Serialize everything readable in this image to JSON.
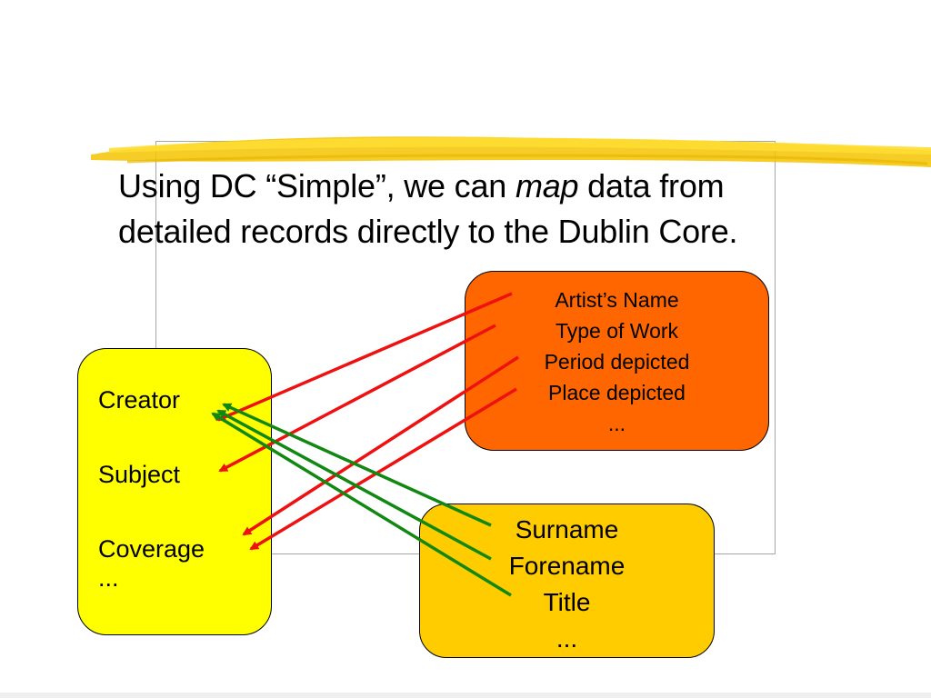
{
  "title": {
    "part1": "Using DC “Simple”, we can ",
    "emphasis": "map",
    "part2": " data from detailed records directly to the Dublin Core."
  },
  "dublin_core": {
    "creator": "Creator",
    "subject": "Subject",
    "coverage": "Coverage",
    "more": "..."
  },
  "art_record": {
    "artist_name": "Artist’s Name",
    "type_of_work": "Type of Work",
    "period_depicted": "Period depicted",
    "place_depicted": "Place depicted",
    "more": "..."
  },
  "name_record": {
    "surname": "Surname",
    "forename": "Forename",
    "title": "Title",
    "more": "..."
  },
  "mappings": [
    {
      "from": "Artist’s Name",
      "to": "Creator",
      "color": "#ee1111"
    },
    {
      "from": "Type of Work",
      "to": "Subject",
      "color": "#ee1111"
    },
    {
      "from": "Period depicted",
      "to": "Coverage",
      "color": "#ee1111"
    },
    {
      "from": "Place depicted",
      "to": "Coverage",
      "color": "#ee1111"
    },
    {
      "from": "Surname",
      "to": "Creator",
      "color": "#118811"
    },
    {
      "from": "Forename",
      "to": "Creator",
      "color": "#118811"
    },
    {
      "from": "Title",
      "to": "Creator",
      "color": "#118811"
    }
  ],
  "colors": {
    "dc_box": "#ffff00",
    "art_box": "#ff6600",
    "name_box": "#ffcc00",
    "brush_stroke": "#f5c400",
    "art_arrows": "#ee1111",
    "name_arrows": "#118811"
  }
}
